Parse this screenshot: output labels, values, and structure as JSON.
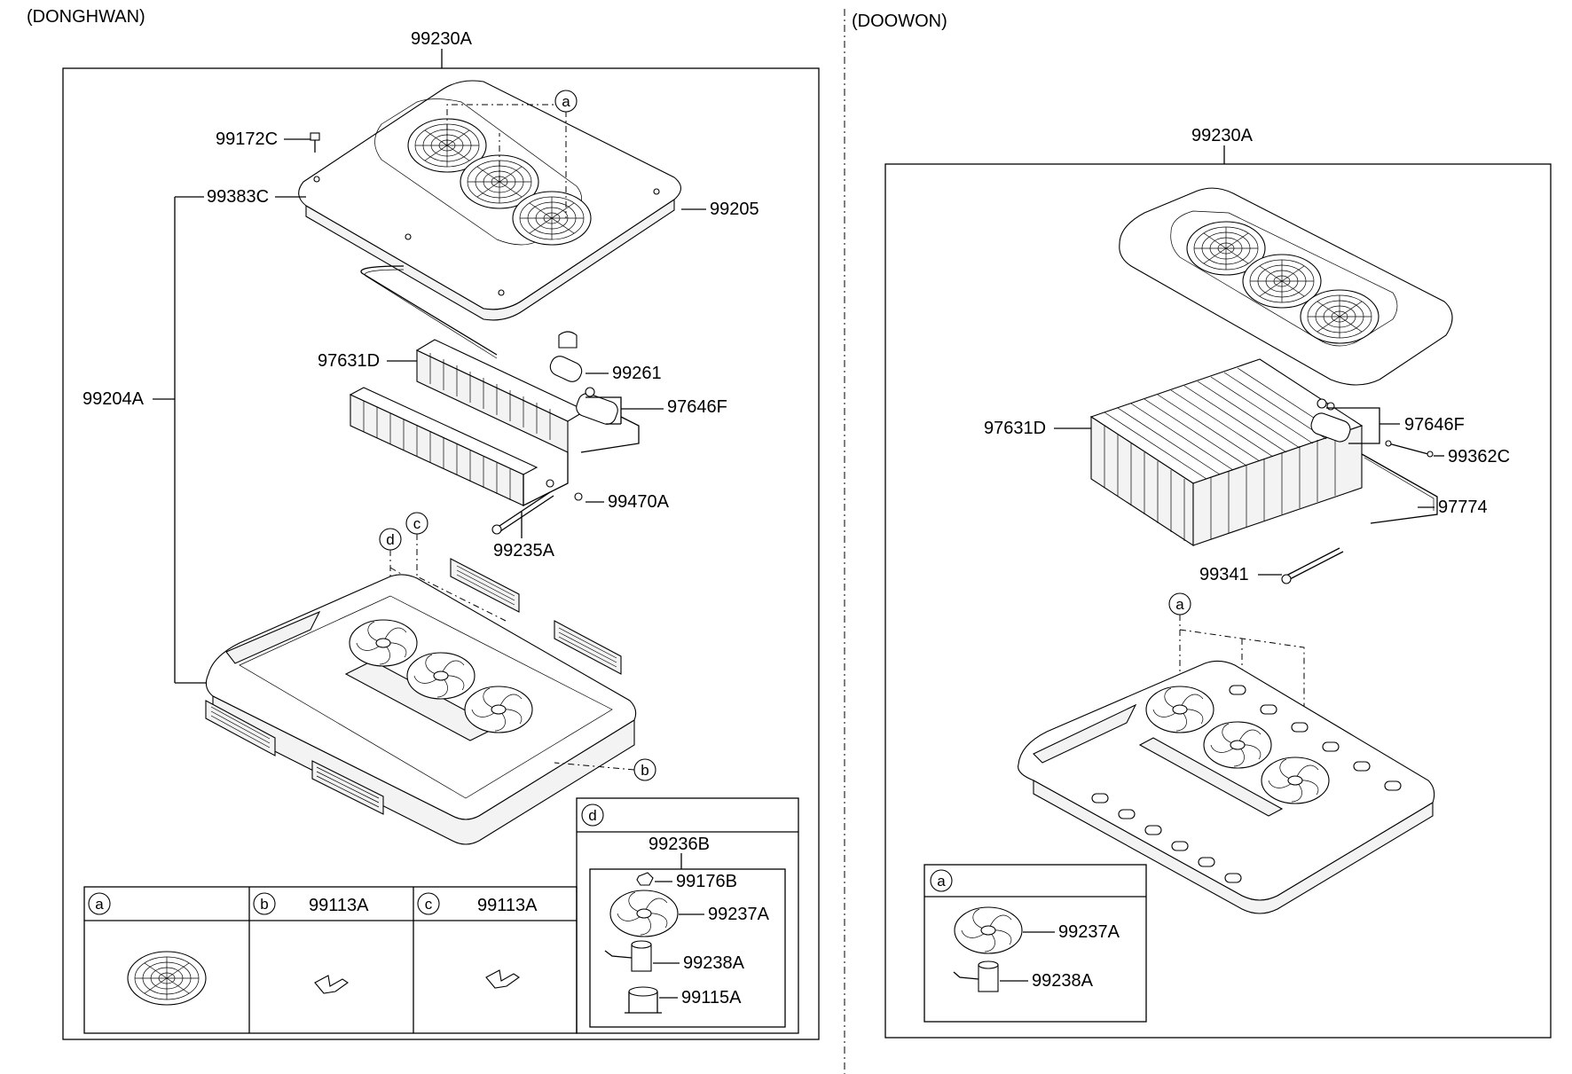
{
  "variants": {
    "left": "(DONGHWAN)",
    "right": "(DOOWON)"
  },
  "left": {
    "assembly": "99230A",
    "labels": {
      "bolt": "99172C",
      "seal": "99383C",
      "cover": "99205",
      "housing": "99204A",
      "evaporator": "97631D",
      "sensor": "99261",
      "valve": "97646F",
      "oring": "99470A",
      "tube": "99235A"
    },
    "callouts": {
      "a": "a",
      "b": "b",
      "c": "c",
      "d": "d"
    },
    "detail_a": {
      "letter": "a"
    },
    "detail_b": {
      "letter": "b",
      "part": "99113A"
    },
    "detail_c": {
      "letter": "c",
      "part": "99113A"
    },
    "detail_d": {
      "letter": "d",
      "assembly": "99236B",
      "nut": "99176B",
      "fan": "99237A",
      "motor": "99238A",
      "bracket": "99115A"
    }
  },
  "right": {
    "assembly": "99230A",
    "labels": {
      "evaporator": "97631D",
      "valve": "97646F",
      "oring": "99362C",
      "pipe": "97774",
      "tube": "99341"
    },
    "callouts": {
      "a": "a"
    },
    "detail_a": {
      "letter": "a",
      "fan": "99237A",
      "motor": "99238A"
    }
  }
}
